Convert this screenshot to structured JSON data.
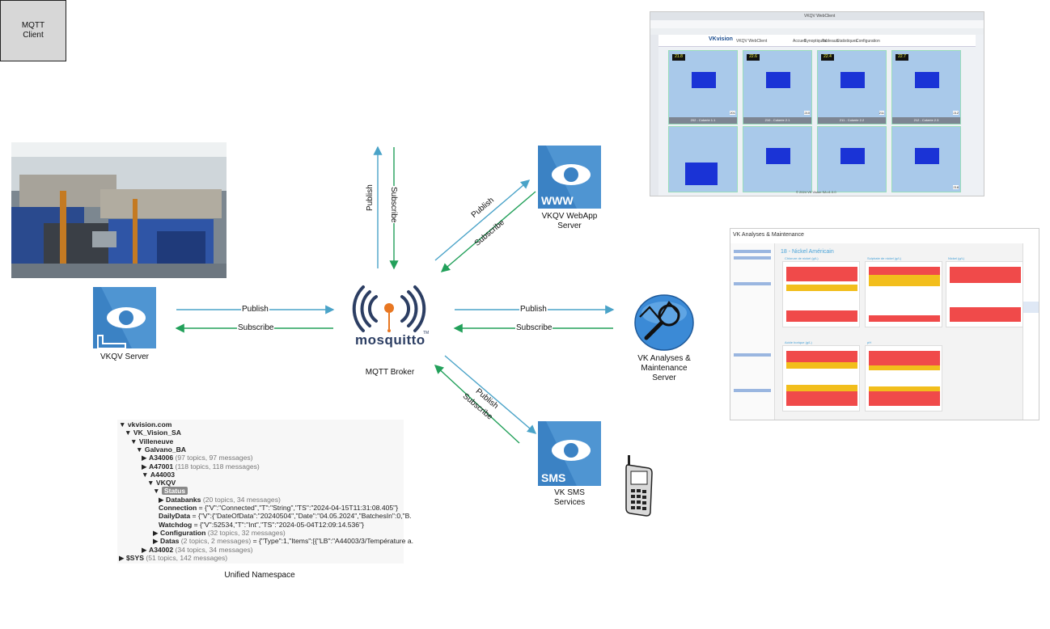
{
  "nodes": {
    "mqtt_client": {
      "line1": "MQTT",
      "line2": "Client"
    },
    "broker": {
      "label": "MQTT Broker",
      "logo_text": "mosquitto",
      "tm": "TM"
    },
    "vkqv_server": {
      "label": "VKQV Server"
    },
    "webapp": {
      "tag": "WWW",
      "line1": "VKQV WebApp",
      "line2": "Server"
    },
    "sms": {
      "tag": "SMS",
      "line1": "VK SMS",
      "line2": "Services"
    },
    "analyses": {
      "line1": "VK Analyses &",
      "line2": "Maintenance",
      "line3": "Server"
    }
  },
  "arrows": {
    "publish": "Publish",
    "subscribe": "Subscribe"
  },
  "uns": {
    "caption": "Unified Namespace",
    "rows": [
      {
        "indent": 0,
        "arrow": "▼",
        "name": "vkvision.com",
        "meta": ""
      },
      {
        "indent": 1,
        "arrow": "▼",
        "name": "VK_Vision_SA",
        "meta": ""
      },
      {
        "indent": 2,
        "arrow": "▼",
        "name": "Villeneuve",
        "meta": ""
      },
      {
        "indent": 3,
        "arrow": "▼",
        "name": "Galvano_BA",
        "meta": ""
      },
      {
        "indent": 4,
        "arrow": "▶",
        "name": "A34006",
        "meta": "(97 topics, 97 messages)"
      },
      {
        "indent": 4,
        "arrow": "▶",
        "name": "A47001",
        "meta": "(118 topics, 118 messages)"
      },
      {
        "indent": 4,
        "arrow": "▼",
        "name": "A44003",
        "meta": ""
      },
      {
        "indent": 5,
        "arrow": "▼",
        "name": "VKQV",
        "meta": ""
      },
      {
        "indent": 6,
        "arrow": "▼",
        "name": "Status",
        "meta": "",
        "selected": true
      },
      {
        "indent": 7,
        "arrow": "▶",
        "name": "Databanks",
        "meta": "(20 topics, 34 messages)"
      },
      {
        "indent": 7,
        "arrow": "",
        "name": "Connection",
        "meta": "",
        "value": "= {\"V\":\"Connected\",\"T\":\"String\",\"TS\":\"2024-04-15T11:31:08.405\"}"
      },
      {
        "indent": 7,
        "arrow": "",
        "name": "DailyData",
        "meta": "",
        "value": "= {\"V\":{\"DateOfData\":\"20240504\",\"Date\":\"04.05.2024\",\"BatchesIn\":0,\"B."
      },
      {
        "indent": 7,
        "arrow": "",
        "name": "Watchdog",
        "meta": "",
        "value": "= {\"V\":52534,\"T\":\"Int\",\"TS\":\"2024-05-04T12:09:14.536\"}"
      },
      {
        "indent": 6,
        "arrow": "▶",
        "name": "Configuration",
        "meta": "(32 topics, 32 messages)"
      },
      {
        "indent": 6,
        "arrow": "▶",
        "name": "Datas",
        "meta": "(2 topics, 2 messages)",
        "value": "= {\"Type\":1,\"Items\":[{\"LB\":\"A44003/3/Température a."
      },
      {
        "indent": 4,
        "arrow": "▶",
        "name": "A34002",
        "meta": "(34 topics, 34 messages)"
      },
      {
        "indent": 0,
        "arrow": "▶",
        "name": "$SYS",
        "meta": "(51 topics, 142 messages)"
      }
    ]
  },
  "webapp_screen": {
    "title": "VKQV WebClient",
    "brand": "VKvision",
    "subtitle": "VKQV WebClient",
    "menu": [
      "Accueil",
      "Synoptiques",
      "Tableaux",
      "Statistiques",
      "Configuration"
    ],
    "panels": [
      "202 - Cokerie 1.1",
      "210 - Cokerie 2.1",
      "211 - Cokerie 2.2",
      "212 - Cokerie 2.3",
      "",
      "",
      "",
      ""
    ],
    "numbers": [
      "201",
      "210",
      "211",
      "212",
      "",
      "",
      "",
      "218"
    ],
    "readings": [
      "21.8",
      "22.6",
      "22.4",
      "22.7"
    ],
    "footer": "© 2024 VK Vision SA v1.0.0"
  },
  "analyses_screen": {
    "title": "VK Analyses & Maintenance",
    "chart_title": "18 - Nickel Américain",
    "charts": [
      "Chlorure de nickel (g/L)",
      "Sulphate de nickel (g/L)",
      "Nickel (g/L)",
      "Acide borique (g/L)",
      "pH"
    ]
  },
  "colors": {
    "vk_blue": "#3b82c4",
    "publish_arrow": "#4aa3c8",
    "subscribe_arrow": "#22a05a",
    "chart_red": "#f04a4a",
    "chart_yellow": "#f2be1c"
  }
}
